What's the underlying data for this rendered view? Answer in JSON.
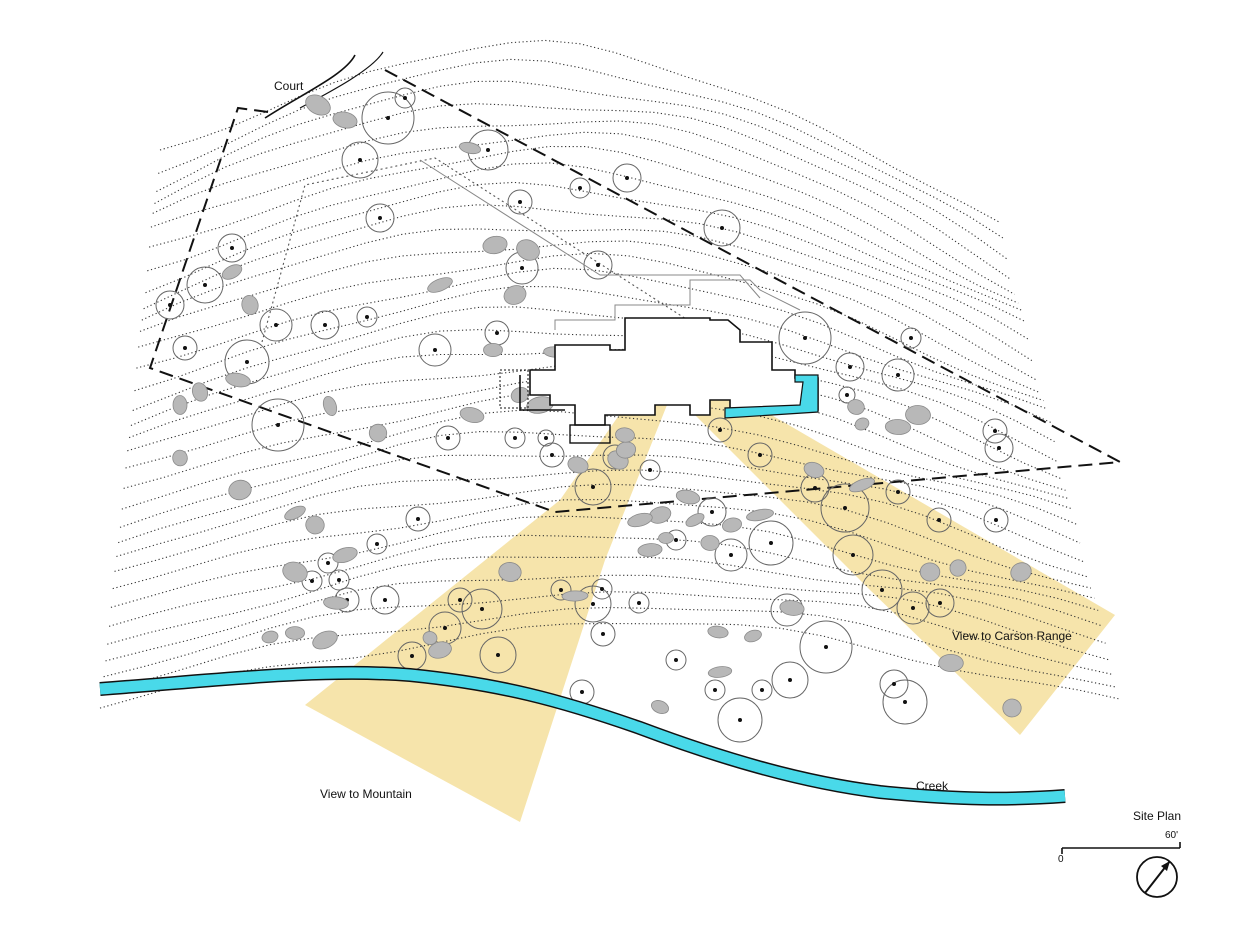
{
  "labels": {
    "court": "Court",
    "view_mountain": "View to Mountain",
    "view_carson": "View to Carson Range",
    "creek": "Creek",
    "site_plan": "Site Plan"
  },
  "scale_bar": {
    "start": "0",
    "end": "60'"
  },
  "colors": {
    "view_cone": "#f3d98a",
    "water": "#49d9e9",
    "boulder": "#b8b8b8"
  },
  "icons": {
    "north_arrow": "north-arrow-icon"
  }
}
